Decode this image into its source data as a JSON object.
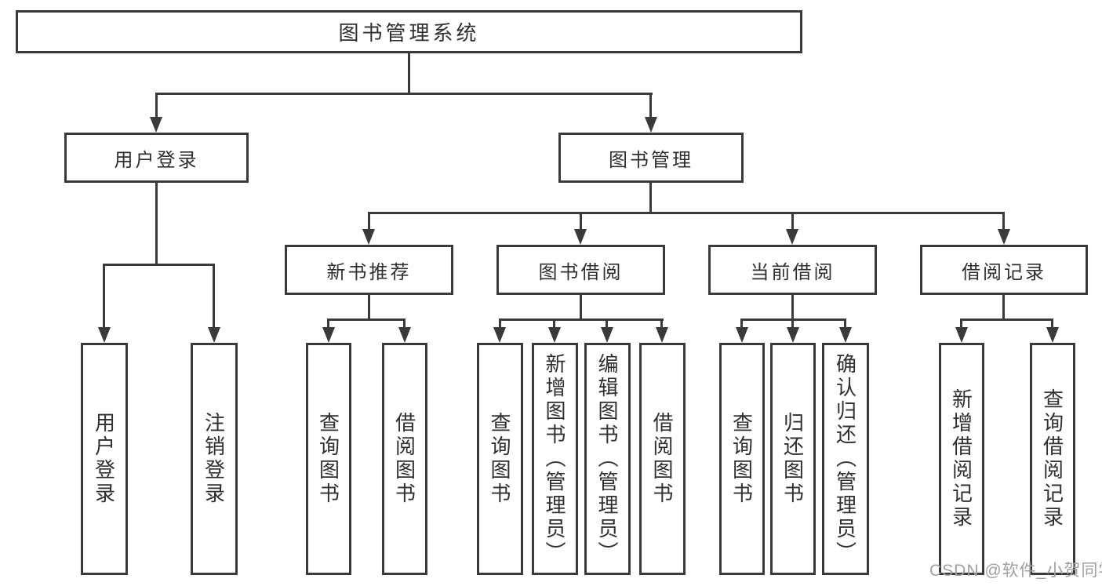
{
  "colors": {
    "line": "#3a3a3a",
    "text": "#2f2f2f",
    "background": "#ffffff",
    "watermark": "#a0a0a0"
  },
  "diagram": {
    "root": {
      "label": "图书管理系统"
    },
    "branches": [
      {
        "label": "用户登录",
        "children": [
          "用户登录",
          "注销登录"
        ]
      },
      {
        "label": "图书管理",
        "sections": [
          {
            "label": "新书推荐",
            "children": [
              "查询图书",
              "借阅图书"
            ]
          },
          {
            "label": "图书借阅",
            "children": [
              "查询图书",
              "新增图书（管理员）",
              "编辑图书（管理员）",
              "借阅图书"
            ]
          },
          {
            "label": "当前借阅",
            "children": [
              "查询图书",
              "归还图书",
              "确认归还（管理员）"
            ]
          },
          {
            "label": "借阅记录",
            "children": [
              "新增借阅记录",
              "查询借阅记录"
            ]
          }
        ]
      }
    ]
  },
  "watermark": {
    "text": "CSDN @软件_小贺同学"
  }
}
